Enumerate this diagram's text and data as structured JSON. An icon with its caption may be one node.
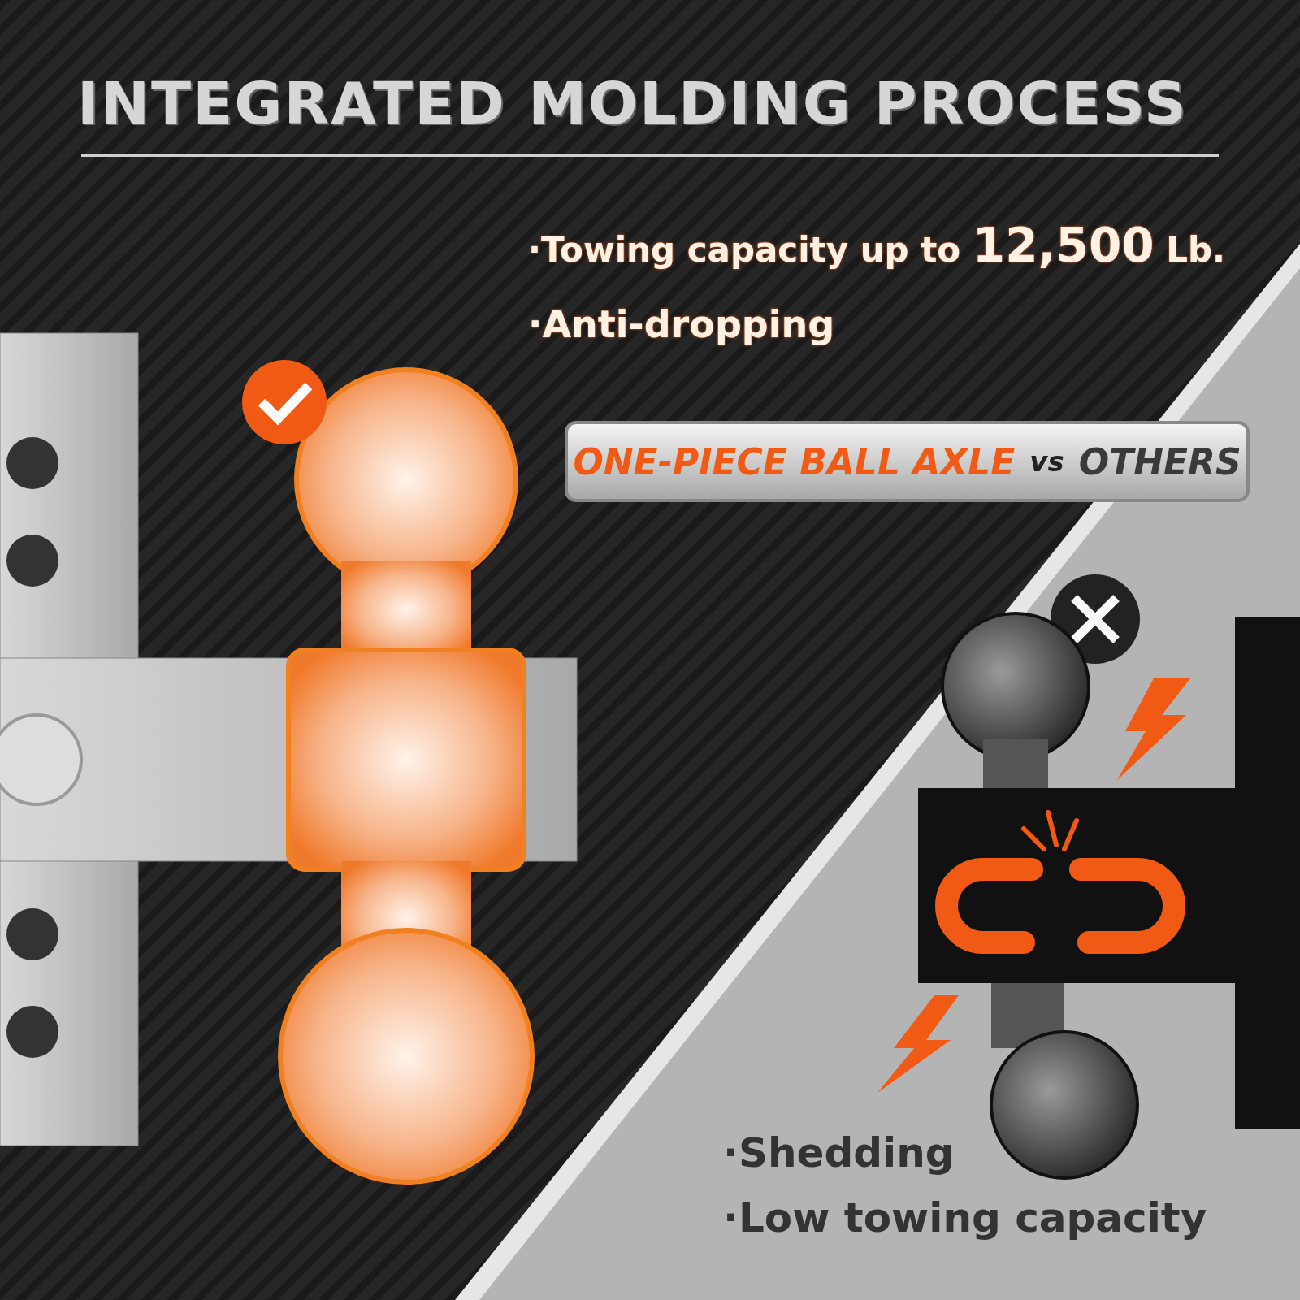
{
  "diagram": {
    "title": "INTEGRATED MOLDING PROCESS",
    "labels": [
      "·Towing capacity up to **12,500** Lb.",
      "·Anti-dropping",
      "ONE-PIECE BALL AXLE",
      "vs",
      "OTHERS",
      "·Shedding",
      "·Low towing capacity"
    ]
  }
}
